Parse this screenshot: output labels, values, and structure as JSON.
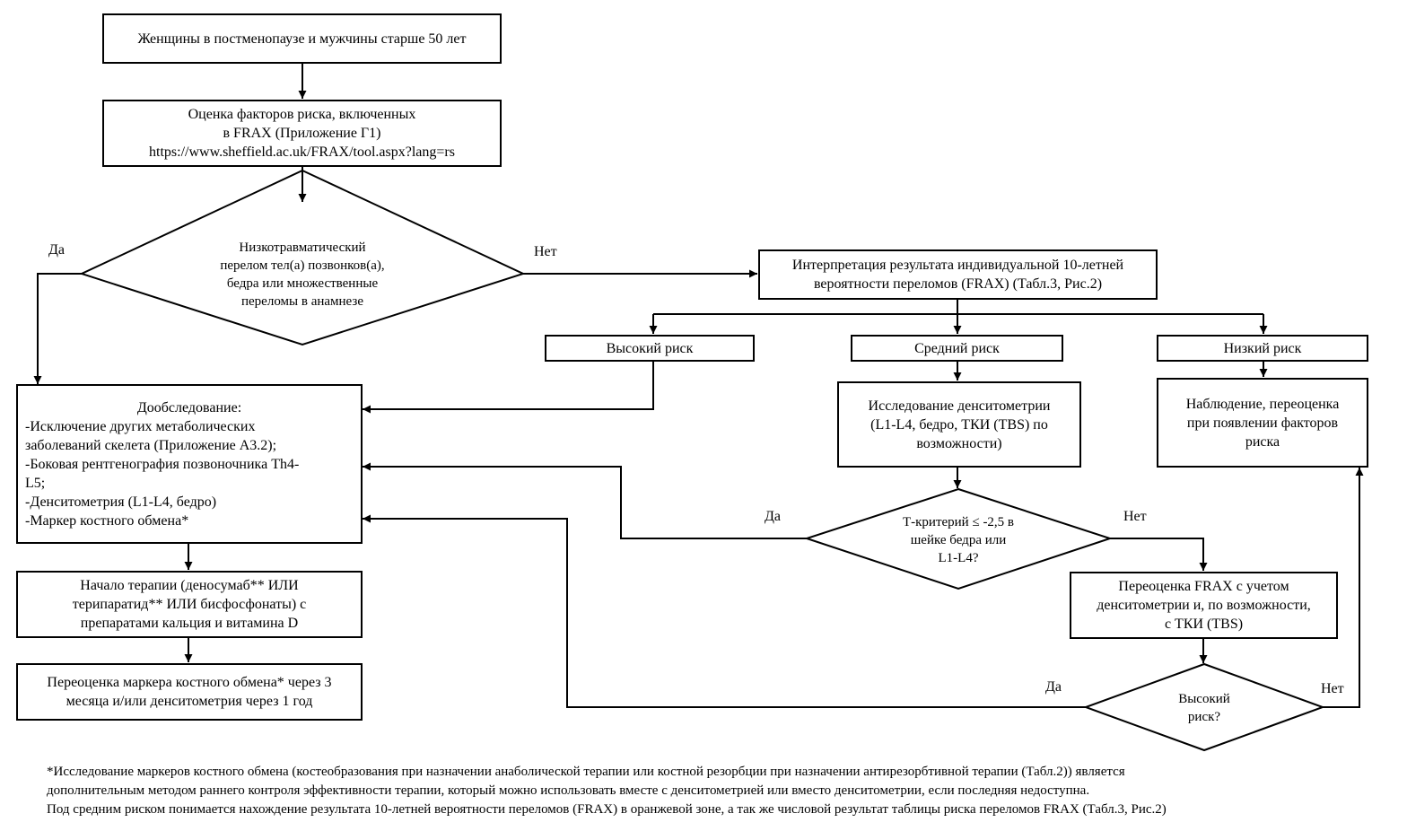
{
  "nodes": {
    "start": [
      "Женщины в постменопаузе и мужчины старше 50 лет"
    ],
    "risk_factors": [
      "Оценка факторов риска, включенных",
      "в FRAX (Приложение Г1)",
      "https://www.sheffield.ac.uk/FRAX/tool.aspx?lang=rs"
    ],
    "fracture_decision": [
      "Низкотравматический",
      "перелом тел(а) позвонков(а),",
      "бедра или множественные",
      "переломы в анамнезе"
    ],
    "frax_interpretation": [
      "Интерпретация результата индивидуальной 10-летней",
      "вероятности переломов (FRAX) (Табл.3, Рис.2)"
    ],
    "high_risk": [
      "Высокий риск"
    ],
    "medium_risk": [
      "Средний риск"
    ],
    "low_risk": [
      "Низкий риск"
    ],
    "extra_exam": [
      "Дообследование:",
      "-Исключение других метаболических",
      "заболеваний скелета (Приложение А3.2);",
      "-Боковая рентгенография позвоночника Th4-",
      "L5;",
      "-Денситометрия (L1-L4, бедро)",
      "-Маркер костного обмена*"
    ],
    "densitometry": [
      "Исследование денситометрии",
      "(L1-L4, бедро, ТКИ (TBS) по",
      "возможности)"
    ],
    "observation": [
      "Наблюдение, переоценка",
      "при появлении факторов",
      "риска"
    ],
    "tscore_decision": [
      "Т-критерий ≤ -2,5 в",
      "шейке бедра или",
      "L1-L4?"
    ],
    "therapy": [
      "Начало терапии (деносумаб** ИЛИ",
      "терипаратид** ИЛИ бисфосфонаты) с",
      "препаратами кальция и витамина D"
    ],
    "frax_reassess": [
      "Переоценка FRAX с учетом",
      "денситометрии и, по возможности,",
      "с ТКИ (TBS)"
    ],
    "marker_reassess": [
      "Переоценка маркера костного обмена* через 3",
      "месяца и/или денситометрия через 1 год"
    ],
    "highrisk_decision": [
      "Высокий",
      "риск?"
    ]
  },
  "labels": {
    "yes1": "Да",
    "no1": "Нет",
    "yes2": "Да",
    "no2": "Нет",
    "yes3": "Да",
    "no3": "Нет"
  },
  "footnote": [
    "*Исследование маркеров костного обмена (костеобразования при назначении анаболической терапии или костной резорбции при назначении антирезорбтивной терапии (Табл.2)) является",
    "дополнительным методом раннего контроля эффективности терапии, который можно использовать вместе с денситометрией или вместо денситометрии, если последняя недоступна.",
    "Под средним риском понимается нахождение результата 10-летней вероятности переломов (FRAX) в оранжевой зоне, а так же числовой результат таблицы риска переломов FRAX (Табл.3, Рис.2)"
  ],
  "colors": {
    "line": "#000000",
    "background": "#ffffff"
  }
}
